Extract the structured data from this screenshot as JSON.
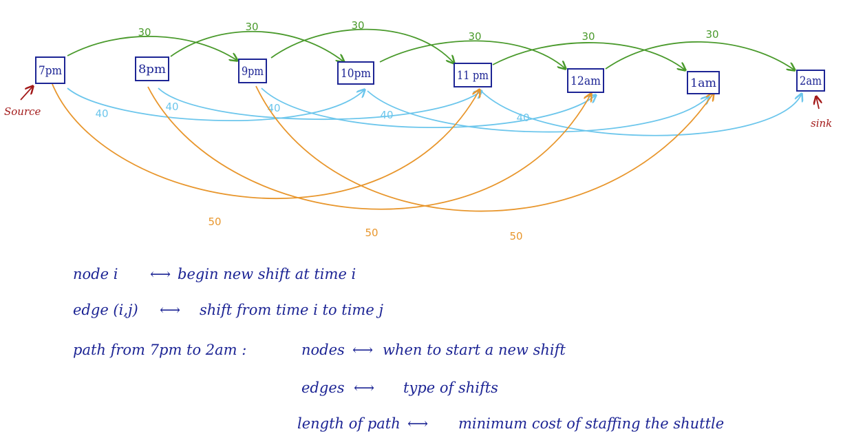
{
  "colors": {
    "node": "#1c2494",
    "edge_30": "#4a9a2c",
    "edge_40": "#6cc6ec",
    "edge_50": "#e8962c",
    "annotation": "#a31a1a"
  },
  "nodes": [
    {
      "id": "7pm",
      "label": "7pm"
    },
    {
      "id": "8pm",
      "label": "8pm"
    },
    {
      "id": "9pm",
      "label": "9pm"
    },
    {
      "id": "10pm",
      "label": "10pm"
    },
    {
      "id": "11pm",
      "label": "11 pm"
    },
    {
      "id": "12am",
      "label": "12am"
    },
    {
      "id": "1am",
      "label": "1am"
    },
    {
      "id": "2am",
      "label": "2am"
    }
  ],
  "edges": [
    {
      "from": "7pm",
      "to": "9pm",
      "weight": "30"
    },
    {
      "from": "8pm",
      "to": "10pm",
      "weight": "30"
    },
    {
      "from": "9pm",
      "to": "11pm",
      "weight": "30"
    },
    {
      "from": "10pm",
      "to": "12am",
      "weight": "30"
    },
    {
      "from": "11pm",
      "to": "1am",
      "weight": "30"
    },
    {
      "from": "12am",
      "to": "2am",
      "weight": "30"
    },
    {
      "from": "7pm",
      "to": "10pm",
      "weight": "40"
    },
    {
      "from": "8pm",
      "to": "11pm",
      "weight": "40"
    },
    {
      "from": "9pm",
      "to": "12am",
      "weight": "40"
    },
    {
      "from": "10pm",
      "to": "1am",
      "weight": "40"
    },
    {
      "from": "11pm",
      "to": "2am",
      "weight": "40"
    },
    {
      "from": "7pm",
      "to": "11pm",
      "weight": "50"
    },
    {
      "from": "8pm",
      "to": "12am",
      "weight": "50"
    },
    {
      "from": "9pm",
      "to": "1am",
      "weight": "50"
    }
  ],
  "annotations": {
    "source": "Source",
    "sink": "sink"
  },
  "notes": {
    "line1": {
      "left": "node i",
      "right": "begin new shift at time i"
    },
    "line2": {
      "left": "edge (i,j)",
      "right": "shift from time i to time j"
    },
    "line3": {
      "left": "path from 7pm to 2am :",
      "right": "nodes",
      "right2": "when to start a new shift"
    },
    "line4": {
      "left": "edges",
      "right": "type of shifts"
    },
    "line5": {
      "left": "length of path",
      "right": "minimum cost of staffing the shuttle"
    }
  }
}
